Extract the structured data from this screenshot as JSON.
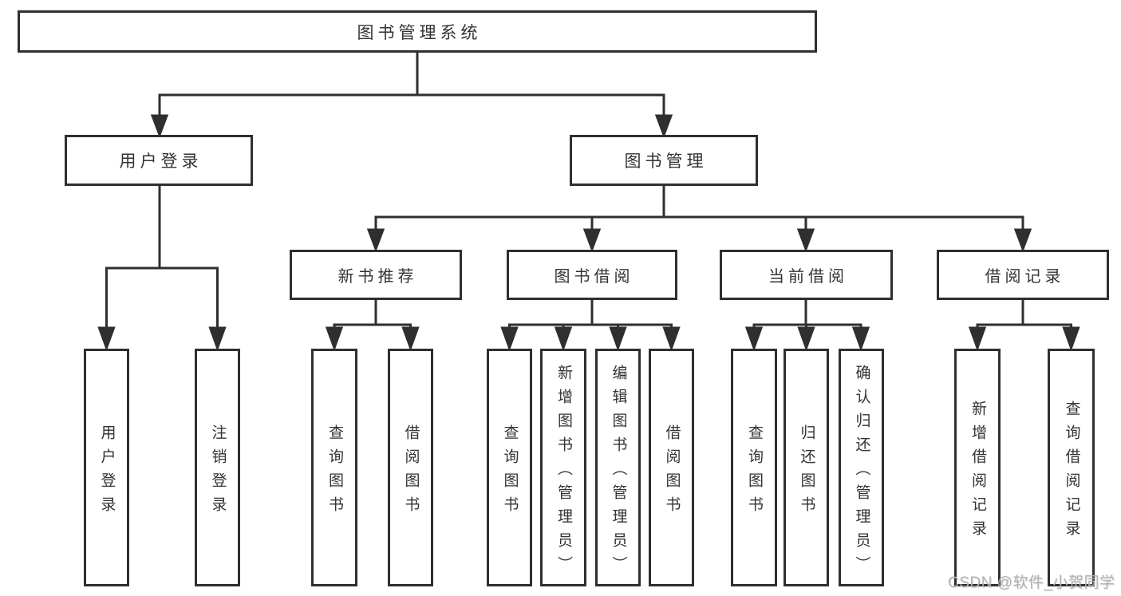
{
  "colors": {
    "line": "#2f2f2f",
    "box_border": "#2f2f2f",
    "text": "#333333",
    "watermark": "#b4b4b4",
    "background": "#ffffff"
  },
  "watermark": "CSDN @软件_小贺同学",
  "tree": {
    "root": "图书管理系统",
    "branches": [
      {
        "label": "用户登录",
        "leaves": [
          "用户登录",
          "注销登录"
        ]
      },
      {
        "label": "图书管理",
        "groups": [
          {
            "label": "新书推荐",
            "leaves": [
              "查询图书",
              "借阅图书"
            ]
          },
          {
            "label": "图书借阅",
            "leaves": [
              "查询图书",
              "新增图书（管理员）",
              "编辑图书（管理员）",
              "借阅图书"
            ]
          },
          {
            "label": "当前借阅",
            "leaves": [
              "查询图书",
              "归还图书",
              "确认归还（管理员）"
            ]
          },
          {
            "label": "借阅记录",
            "leaves": [
              "新增借阅记录",
              "查询借阅记录"
            ]
          }
        ]
      }
    ]
  }
}
